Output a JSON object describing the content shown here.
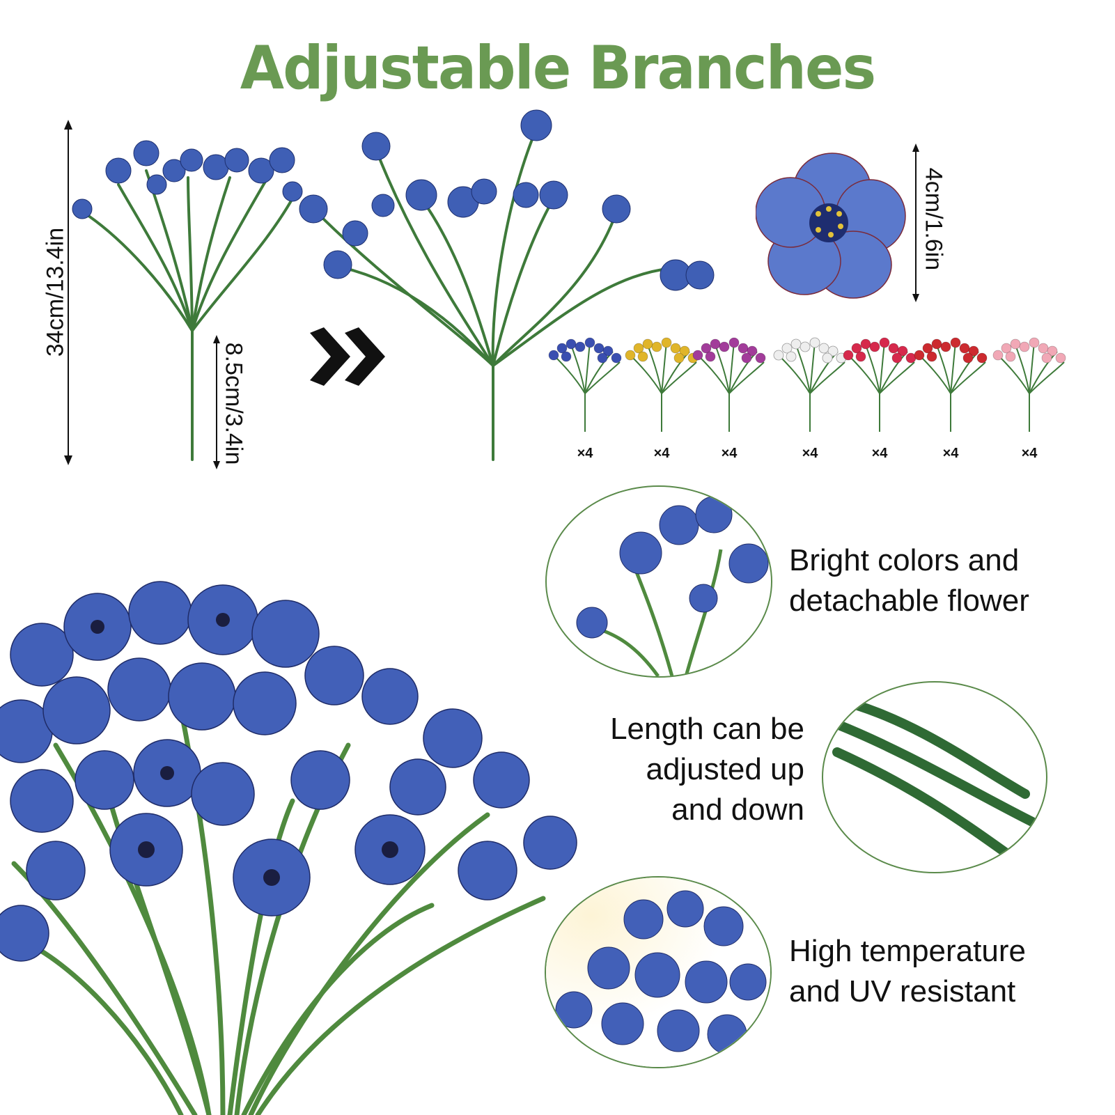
{
  "title": "Adjustable Branches",
  "colors": {
    "title": "#6a9a53",
    "circle_border": "#5a8a4a",
    "flower_blue": "#3f5fb5",
    "stem_green": "#3e7a3a"
  },
  "measurements": {
    "total_height": "34cm/13.4in",
    "stem_length": "8.5cm/3.4in",
    "flower_size": "4cm/1.6in"
  },
  "variants": [
    {
      "color": "#3a4fb0",
      "qty": "×4"
    },
    {
      "color": "#e0b52a",
      "qty": "×4"
    },
    {
      "color": "#a23c9a",
      "qty": "×4"
    },
    {
      "color": "#eeeeee",
      "qty": "×4"
    },
    {
      "color": "#d6294c",
      "qty": "×4"
    },
    {
      "color": "#cc2a2f",
      "qty": "×4"
    },
    {
      "color": "#f1a8b6",
      "qty": "×4"
    }
  ],
  "features": [
    {
      "line1": "Bright colors and",
      "line2": "detachable flower",
      "line3": ""
    },
    {
      "line1": "Length can be",
      "line2": "adjusted up",
      "line3": "and down"
    },
    {
      "line1": "High temperature",
      "line2": "and UV resistant",
      "line3": ""
    }
  ],
  "icons": {
    "arrow": "double-chevron-right-icon"
  }
}
